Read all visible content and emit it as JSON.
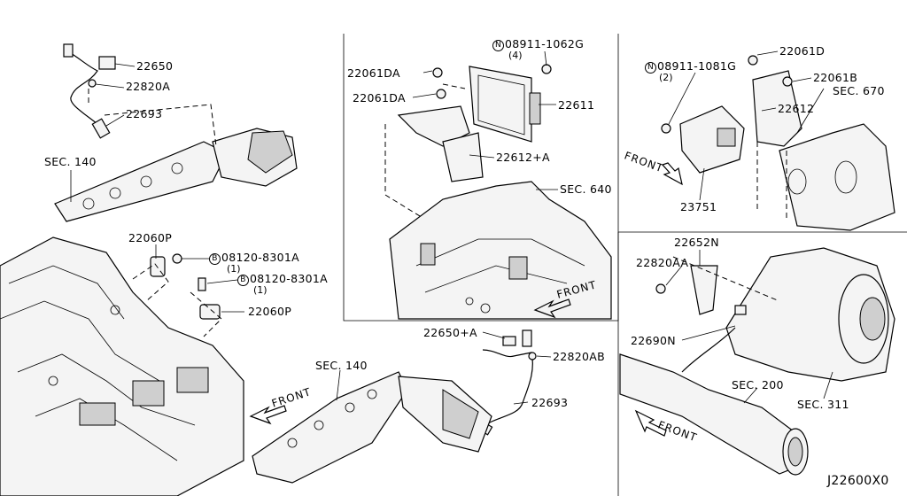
{
  "labels": {
    "p22650": "22650",
    "p22820A": "22820A",
    "p22693_top": "22693",
    "sec140_top": "SEC. 140",
    "p22060P_top": "22060P",
    "bolt1": "08120-8301A",
    "bolt1_qty": "(1)",
    "bolt2": "08120-8301A",
    "bolt2_qty": "(1)",
    "p22060P_bot": "22060P",
    "p22061DA_1": "22061DA",
    "p22061DA_2": "22061DA",
    "nut_center": "08911-1062G",
    "nut_center_qty": "(4)",
    "p22611": "22611",
    "p22612A": "22612+A",
    "sec640": "SEC. 640",
    "nut_right": "08911-1081G",
    "nut_right_qty": "(2)",
    "p22061D": "22061D",
    "p22061B": "22061B",
    "sec670": "SEC. 670",
    "p22612": "22612",
    "p23751": "23751",
    "p22652N": "22652N",
    "p22820AA": "22820AA",
    "p22690N": "22690N",
    "sec200": "SEC. 200",
    "sec311": "SEC. 311",
    "p22650A": "22650+A",
    "p22820AB": "22820AB",
    "sec140_bot": "SEC. 140",
    "p22693_bot": "22693",
    "diagram_code": "J22600X0"
  },
  "markers": {
    "bolt_circle": "B",
    "nut_circle": "N"
  },
  "front_labels": {
    "center": "FRONT",
    "right_top": "FRONT",
    "left_bottom": "FRONT",
    "right_bottom": "FRONT"
  }
}
